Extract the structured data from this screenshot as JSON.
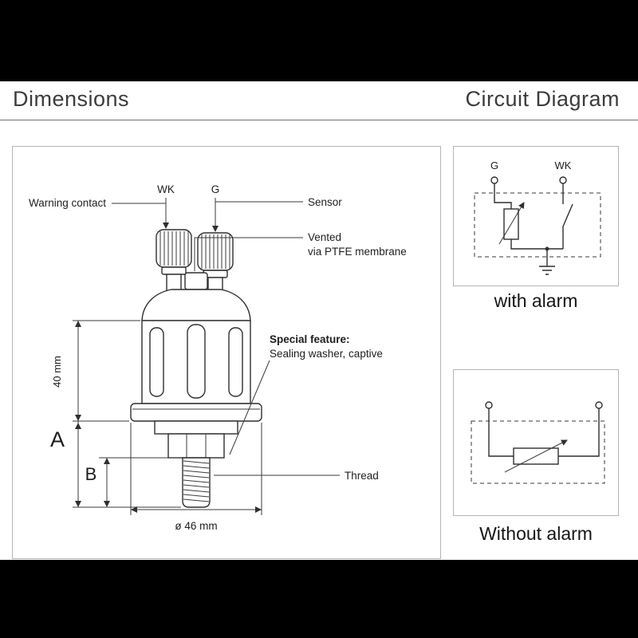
{
  "header": {
    "left_title": "Dimensions",
    "right_title": "Circuit Diagram"
  },
  "dimensions_diagram": {
    "terminal_wk": "WK",
    "terminal_g": "G",
    "warning_contact": "Warning contact",
    "sensor": "Sensor",
    "vented_line1": "Vented",
    "vented_line2": "via PTFE membrane",
    "special_feature_title": "Special feature:",
    "special_feature_text": "Sealing washer, captive",
    "thread": "Thread",
    "dim_height": "40 mm",
    "dim_a": "A",
    "dim_b": "B",
    "dim_diameter": "ø 46 mm"
  },
  "circuits": {
    "with_alarm": {
      "terminal_g": "G",
      "terminal_wk": "WK",
      "caption": "with alarm"
    },
    "without_alarm": {
      "caption": "Without alarm"
    }
  },
  "colors": {
    "line": "#2f2f2f",
    "text": "#1e1e1e",
    "panel_border": "#b5b5b5",
    "letterbox": "#000000"
  }
}
